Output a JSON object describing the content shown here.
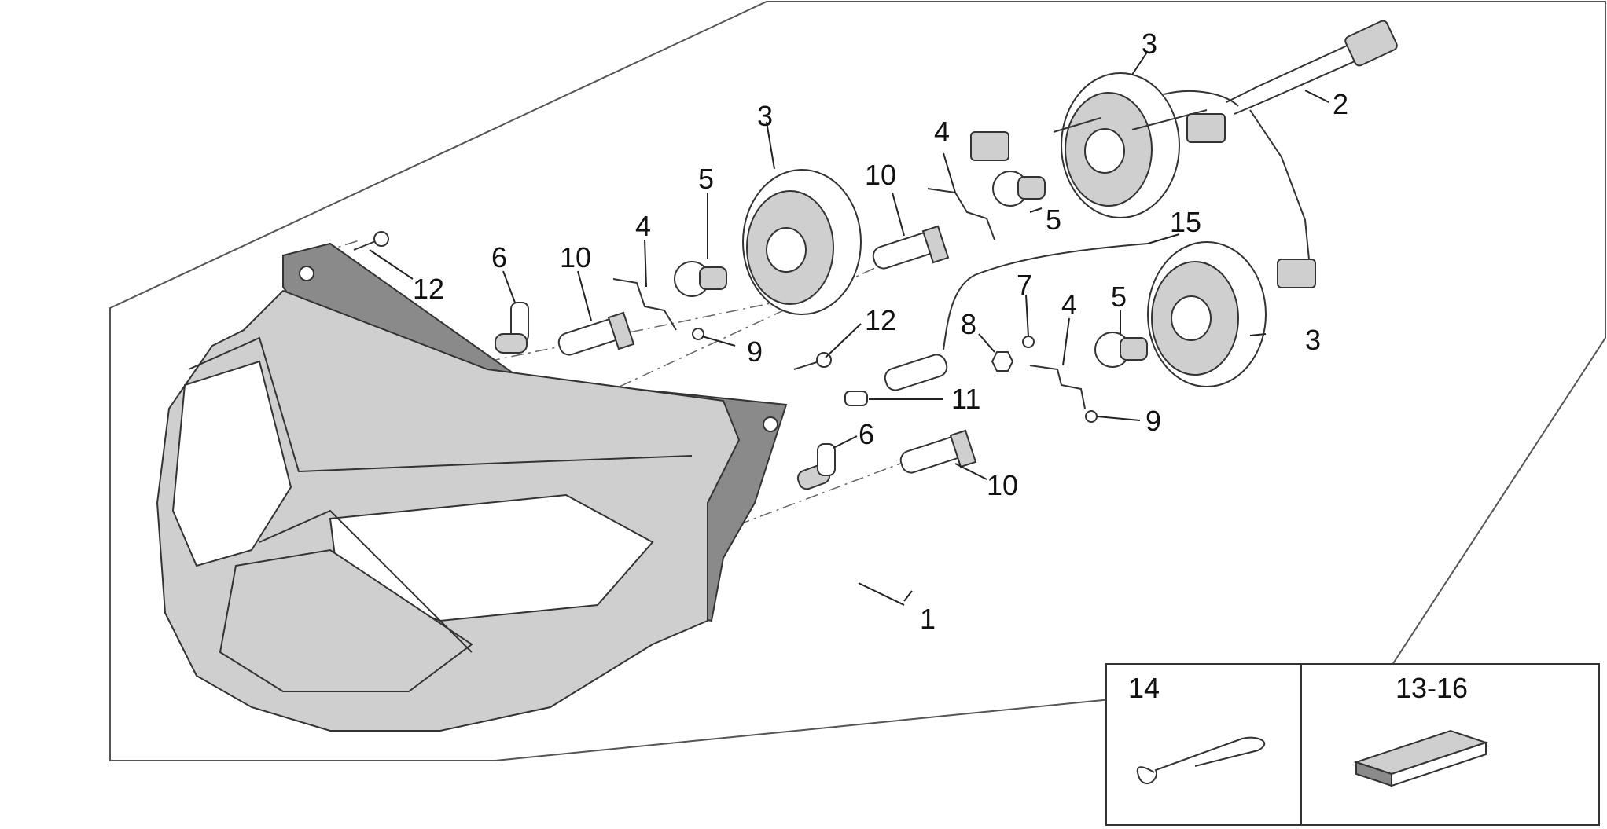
{
  "diagram": {
    "callouts": {
      "headlight_assembly": "1",
      "wiring_harness": "2",
      "reflector_upper_right": "3",
      "reflector_middle": "3",
      "reflector_lower_right": "3",
      "spring_left": "4",
      "spring_middle": "4",
      "spring_right": "4",
      "socket_left": "5",
      "socket_middle": "5",
      "socket_right": "5",
      "cap_upper": "6",
      "cap_lower": "6",
      "screw_7": "7",
      "nut_8": "8",
      "screw_9_left": "9",
      "screw_9_right": "9",
      "bulb_left": "10",
      "bulb_middle": "10",
      "bulb_lower": "10",
      "small_bulb": "11",
      "screw_12_upper": "12",
      "screw_12_middle": "12",
      "position_light_cable": "15"
    },
    "inset": {
      "left_label": "14",
      "right_label": "13-16"
    }
  }
}
